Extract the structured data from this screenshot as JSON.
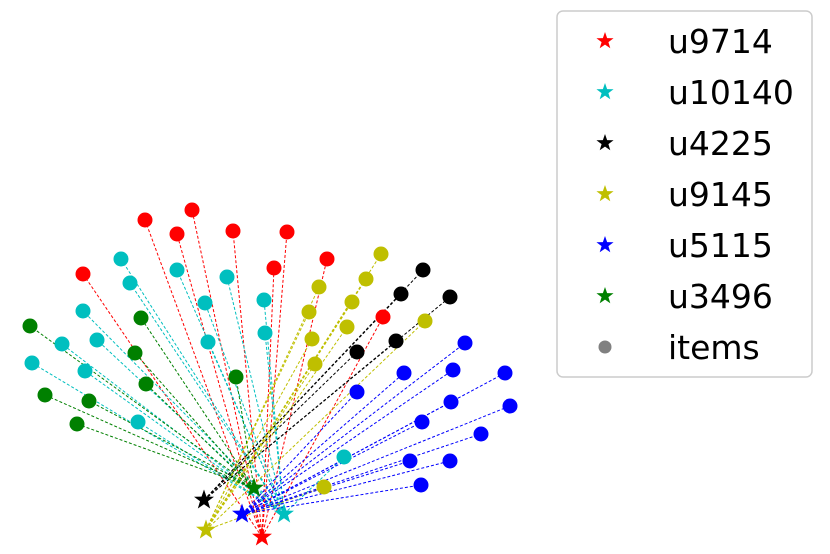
{
  "chart_data": {
    "type": "scatter",
    "xlim": [
      0,
      520
    ],
    "ylim": [
      0,
      554
    ],
    "grid": false,
    "axes_visible": false,
    "legend_placement": "top-right-outside",
    "users": [
      {
        "name": "u9714",
        "color": "#ff0000",
        "x": 262,
        "y": 17,
        "items": [
          [
            145,
            334
          ],
          [
            192,
            344
          ],
          [
            177,
            320
          ],
          [
            233,
            323
          ],
          [
            287,
            322
          ],
          [
            83,
            280
          ],
          [
            274,
            286
          ],
          [
            327,
            295
          ],
          [
            383,
            237
          ]
        ]
      },
      {
        "name": "u10140",
        "color": "#00bfbf",
        "x": 284,
        "y": 40,
        "items": [
          [
            121,
            295
          ],
          [
            177,
            284
          ],
          [
            130,
            271
          ],
          [
            227,
            277
          ],
          [
            205,
            251
          ],
          [
            264,
            254
          ],
          [
            83,
            243
          ],
          [
            97,
            214
          ],
          [
            62,
            210
          ],
          [
            32,
            191
          ],
          [
            85,
            183
          ],
          [
            208,
            212
          ],
          [
            265,
            221
          ],
          [
            138,
            132
          ],
          [
            344,
            97
          ]
        ]
      },
      {
        "name": "u4225",
        "color": "#000000",
        "x": 204,
        "y": 54,
        "items": [
          [
            423,
            284
          ],
          [
            401,
            260
          ],
          [
            450,
            257
          ],
          [
            396,
            213
          ],
          [
            357,
            202
          ]
        ]
      },
      {
        "name": "u9145",
        "color": "#bfbf00",
        "x": 206,
        "y": 24,
        "items": [
          [
            381,
            300
          ],
          [
            366,
            275
          ],
          [
            319,
            267
          ],
          [
            352,
            252
          ],
          [
            309,
            242
          ],
          [
            347,
            227
          ],
          [
            425,
            233
          ],
          [
            312,
            215
          ],
          [
            315,
            190
          ],
          [
            324,
            67
          ]
        ]
      },
      {
        "name": "u5115",
        "color": "#0000ff",
        "x": 242,
        "y": 40,
        "items": [
          [
            465,
            211
          ],
          [
            404,
            181
          ],
          [
            453,
            184
          ],
          [
            505,
            181
          ],
          [
            357,
            162
          ],
          [
            451,
            152
          ],
          [
            510,
            148
          ],
          [
            422,
            132
          ],
          [
            481,
            120
          ],
          [
            410,
            93
          ],
          [
            450,
            93
          ],
          [
            421,
            69
          ]
        ]
      },
      {
        "name": "u3496",
        "color": "#008000",
        "x": 254,
        "y": 66,
        "items": [
          [
            30,
            228
          ],
          [
            141,
            236
          ],
          [
            135,
            201
          ],
          [
            146,
            170
          ],
          [
            236,
            177
          ],
          [
            45,
            159
          ],
          [
            89,
            153
          ],
          [
            77,
            130
          ]
        ]
      }
    ],
    "legend": [
      {
        "label": "u9714",
        "color": "#ff0000",
        "marker": "star"
      },
      {
        "label": "u10140",
        "color": "#00bfbf",
        "marker": "star"
      },
      {
        "label": "u4225",
        "color": "#000000",
        "marker": "star"
      },
      {
        "label": "u9145",
        "color": "#bfbf00",
        "marker": "star"
      },
      {
        "label": "u5115",
        "color": "#0000ff",
        "marker": "star"
      },
      {
        "label": "u3496",
        "color": "#008000",
        "marker": "star"
      },
      {
        "label": "items",
        "color": "#808080",
        "marker": "circle"
      }
    ]
  }
}
